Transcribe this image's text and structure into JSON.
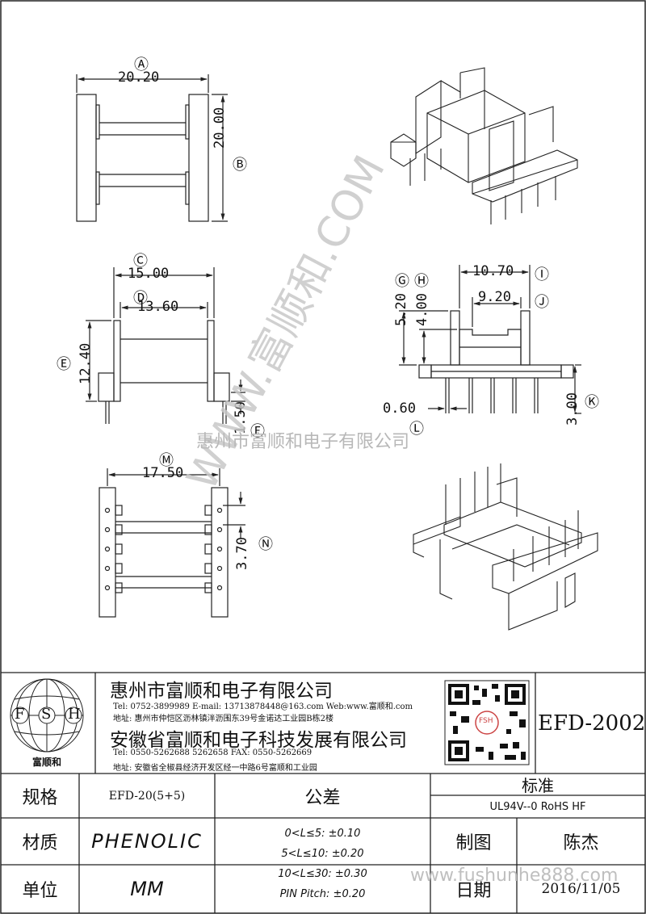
{
  "dimensions": {
    "A": "20.20",
    "B": "20.00",
    "C": "15.00",
    "D": "13.60",
    "E": "12.40",
    "G": "5.20",
    "H": "4.00",
    "I": "10.70",
    "J": "9.20",
    "K": "3.00",
    "L": "0.60",
    "F": "1.50",
    "M": "17.50",
    "N": "3.70"
  },
  "markers": {
    "A": "Ⓐ",
    "B": "Ⓑ",
    "C": "Ⓒ",
    "D": "Ⓓ",
    "E": "Ⓔ",
    "F": "Ⓕ",
    "G": "Ⓖ",
    "H": "Ⓗ",
    "I": "Ⓘ",
    "J": "Ⓙ",
    "K": "Ⓚ",
    "L": "Ⓛ",
    "M": "Ⓜ",
    "N": "Ⓝ"
  },
  "watermarks": {
    "diagonal": "WWW.富顺和.COM",
    "company": "惠州市富顺和电子有限公司",
    "site": "www.fushunhe888.com"
  },
  "title_block": {
    "logo_letters": [
      "F",
      "S",
      "H"
    ],
    "logo_name": "富顺和",
    "company1": "惠州市富顺和电子有限公司",
    "contact1": "Tel: 0752-3899989 E-mail: 13713878448@163.com Web:www.富顺和.com",
    "address1": "地址: 惠州市仲恺区沥林镇泮沥围东39号金诺达工业园B栋2楼",
    "company2": "安徽省富顺和电子科技发展有限公司",
    "contact2": "Tel: 0550-5262688 5262658 FAX: 0550-5262669",
    "address2": "地址: 安徽省全椒县经济开发区经一中路6号富顺和工业园",
    "qr_label": "FSH",
    "part_number": "EFD-2002"
  },
  "spec_table": {
    "spec_label": "规格",
    "spec_value": "EFD-20(5+5)",
    "material_label": "材质",
    "material_value": "PHENOLIC",
    "unit_label": "单位",
    "unit_value": "MM",
    "tolerance_label": "公差",
    "tolerances": [
      "0<L≤5: ±0.10",
      "5<L≤10: ±0.20",
      "10<L≤30: ±0.30",
      "PIN Pitch: ±0.20"
    ],
    "standard_label": "标准",
    "standard_value": "UL94V--0 RoHS HF",
    "drawer_label": "制图",
    "drawer_value": "陈杰",
    "date_label": "日期",
    "date_value": "2016/11/05"
  }
}
